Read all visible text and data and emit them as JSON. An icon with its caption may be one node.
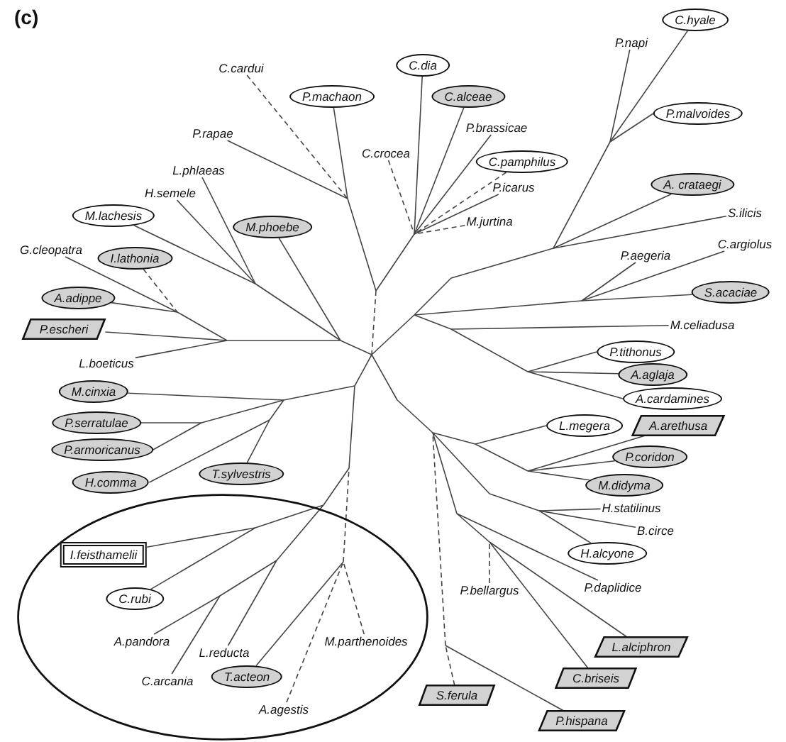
{
  "diagram": {
    "title": "(c)",
    "nodes": [
      {
        "text": [
          "C.hyale"
        ]
      },
      {
        "text": [
          "P.napi"
        ]
      },
      {
        "text": [
          "C.cardui"
        ]
      },
      {
        "text": [
          "P.machaon"
        ]
      },
      {
        "text": [
          "C.dia"
        ]
      },
      {
        "text": [
          "P.malvoides"
        ]
      },
      {
        "text": [
          "P.rapae"
        ]
      },
      {
        "text": [
          "C.alceae"
        ]
      },
      {
        "text": [
          "P.brassicae"
        ]
      },
      {
        "text": [
          "C.crocea"
        ]
      },
      {
        "text": [
          "M.jurtina"
        ]
      },
      {
        "text": [
          "P.icarus"
        ]
      },
      {
        "text": [
          "C.pamphilus"
        ]
      },
      {
        "text": [
          "A. crataegi"
        ]
      },
      {
        "text": [
          "S.ilicis"
        ]
      },
      {
        "text": [
          "L.phlaeas"
        ]
      },
      {
        "text": [
          "H.semele"
        ]
      },
      {
        "text": [
          "M.lachesis"
        ]
      },
      {
        "text": [
          "M.phoebe"
        ]
      },
      {
        "text": [
          "G.cleopatra"
        ]
      },
      {
        "text": [
          "I.lathonia"
        ]
      },
      {
        "text": [
          "P.aegeria"
        ]
      },
      {
        "text": [
          "C.argiolus"
        ]
      },
      {
        "text": [
          "A.adippe"
        ]
      },
      {
        "text": [
          "P.escheri"
        ]
      },
      {
        "text": [
          "S.acaciae"
        ]
      },
      {
        "text": [
          "M.celiadusa"
        ]
      },
      {
        "text": [
          "P.tithonus"
        ]
      },
      {
        "text": [
          "L.boeticus"
        ]
      },
      {
        "text": [
          "A.aglaja"
        ]
      },
      {
        "text": [
          "A.cardamines"
        ]
      },
      {
        "text": [
          "M.cinxia"
        ]
      },
      {
        "text": [
          "L.megera"
        ]
      },
      {
        "text": [
          "A.arethusa"
        ]
      },
      {
        "text": [
          "P.serratulae"
        ]
      },
      {
        "text": [
          "P.armoricanus"
        ]
      },
      {
        "text": [
          "P.coridon"
        ]
      },
      {
        "text": [
          "T.sylvestris"
        ]
      },
      {
        "text": [
          "H.comma"
        ]
      },
      {
        "text": [
          "M.didyma"
        ]
      },
      {
        "text": [],
        "shape": "ellipse"
      },
      {
        "text": [
          "H.statilinus"
        ]
      },
      {
        "text": [
          "B.circe"
        ]
      },
      {
        "text": [
          "H.alcyone"
        ]
      },
      {
        "text": [
          "I.feisthamelii"
        ],
        "in": 40
      },
      {
        "text": [
          "P.daplidice"
        ]
      },
      {
        "text": [
          "C.rubi"
        ],
        "in": 40
      },
      {
        "text": [
          "P.bellargus"
        ]
      },
      {
        "text": [
          "A.pandora"
        ],
        "in": 40
      },
      {
        "text": [
          "L.alciphron"
        ]
      },
      {
        "text": [
          "L.reducta"
        ],
        "in": 40
      },
      {
        "text": [
          "M.parthenoides"
        ],
        "in": 40
      },
      {
        "text": [
          "T.acteon"
        ],
        "in": 40
      },
      {
        "text": [
          "C.arcania"
        ],
        "in": 40
      },
      {
        "text": [
          "S.ferula"
        ]
      },
      {
        "text": [
          "C.briseis"
        ]
      },
      {
        "text": [
          "A.agestis"
        ],
        "in": 40
      },
      {
        "text": [
          "P.hispana"
        ]
      }
    ],
    "edges": [
      {
        "from": 0,
        "to": null,
        "arrow": "none"
      },
      {
        "from": 1,
        "to": null,
        "arrow": "none"
      },
      {
        "from": 2,
        "to": null,
        "arrow": "none",
        "style": "dashed"
      },
      {
        "from": 3,
        "to": null,
        "arrow": "none"
      },
      {
        "from": 4,
        "to": null,
        "arrow": "none"
      },
      {
        "from": 5,
        "to": null,
        "arrow": "none"
      },
      {
        "from": 6,
        "to": null,
        "arrow": "none"
      },
      {
        "from": 7,
        "to": null,
        "arrow": "none"
      },
      {
        "from": 8,
        "to": null,
        "arrow": "none"
      },
      {
        "from": 9,
        "to": null,
        "arrow": "none",
        "style": "dashed"
      },
      {
        "from": 10,
        "to": null,
        "arrow": "none",
        "style": "dashed"
      },
      {
        "from": 11,
        "to": null,
        "arrow": "none"
      },
      {
        "from": 12,
        "to": null,
        "arrow": "none",
        "style": "dashed"
      },
      {
        "from": 13,
        "to": null,
        "arrow": "none"
      },
      {
        "from": 14,
        "to": null,
        "arrow": "none"
      },
      {
        "from": 15,
        "to": null,
        "arrow": "none"
      },
      {
        "from": 16,
        "to": null,
        "arrow": "none"
      },
      {
        "from": 17,
        "to": null,
        "arrow": "none"
      },
      {
        "from": 18,
        "to": null,
        "arrow": "none"
      },
      {
        "from": 19,
        "to": null,
        "arrow": "none"
      },
      {
        "from": 20,
        "to": null,
        "arrow": "none",
        "style": "dashed"
      },
      {
        "from": 21,
        "to": null,
        "arrow": "none"
      },
      {
        "from": 22,
        "to": null,
        "arrow": "none"
      },
      {
        "from": 23,
        "to": null,
        "arrow": "none"
      },
      {
        "from": 24,
        "to": null,
        "arrow": "none"
      },
      {
        "from": 25,
        "to": null,
        "arrow": "none"
      },
      {
        "from": 26,
        "to": null,
        "arrow": "none"
      },
      {
        "from": 27,
        "to": null,
        "arrow": "none"
      },
      {
        "from": 28,
        "to": null,
        "arrow": "none"
      },
      {
        "from": 29,
        "to": null,
        "arrow": "none"
      },
      {
        "from": 30,
        "to": null,
        "arrow": "none"
      },
      {
        "from": 31,
        "to": null,
        "arrow": "none"
      },
      {
        "from": 32,
        "to": null,
        "arrow": "none"
      },
      {
        "from": 33,
        "to": null,
        "arrow": "none"
      },
      {
        "from": 34,
        "to": null,
        "arrow": "none"
      },
      {
        "from": 35,
        "to": null,
        "arrow": "none"
      },
      {
        "from": 36,
        "to": null,
        "arrow": "none"
      },
      {
        "from": 37,
        "to": null,
        "arrow": "none"
      },
      {
        "from": 38,
        "to": null,
        "arrow": "none"
      },
      {
        "from": 39,
        "to": null,
        "arrow": "none"
      },
      {
        "from": 41,
        "to": null,
        "arrow": "none"
      },
      {
        "from": 42,
        "to": null,
        "arrow": "none"
      },
      {
        "from": 43,
        "to": null,
        "arrow": "none"
      },
      {
        "from": 44,
        "to": null,
        "arrow": "none"
      },
      {
        "from": 45,
        "to": null,
        "arrow": "none"
      },
      {
        "from": 46,
        "to": null,
        "arrow": "none"
      },
      {
        "from": 47,
        "to": null,
        "arrow": "none",
        "style": "dashed"
      },
      {
        "from": 48,
        "to": null,
        "arrow": "none"
      },
      {
        "from": 49,
        "to": null,
        "arrow": "none"
      },
      {
        "from": 50,
        "to": null,
        "arrow": "none"
      },
      {
        "from": 51,
        "to": null,
        "arrow": "none",
        "style": "dashed"
      },
      {
        "from": 52,
        "to": null,
        "arrow": "none"
      },
      {
        "from": 53,
        "to": null,
        "arrow": "none"
      },
      {
        "from": 54,
        "to": null,
        "arrow": "none",
        "style": "dashed"
      },
      {
        "from": 55,
        "to": null,
        "arrow": "none"
      },
      {
        "from": 56,
        "to": null,
        "arrow": "none",
        "style": "dashed"
      },
      {
        "from": 57,
        "to": null,
        "arrow": "none"
      }
    ]
  }
}
